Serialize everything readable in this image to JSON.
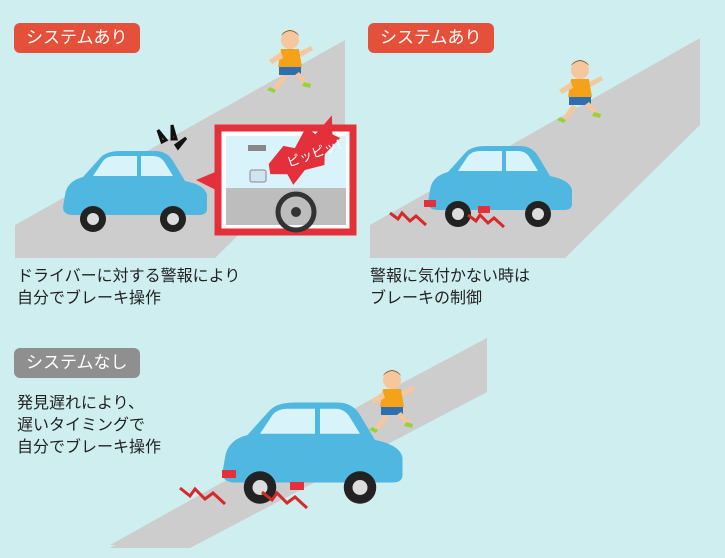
{
  "panel1": {
    "badge": "システムあり",
    "caption": [
      "ドライバーに対する警報により",
      "自分でブレーキ操作"
    ],
    "alert_text": "ピッピッ!"
  },
  "panel2": {
    "badge": "システムあり",
    "caption": [
      "警報に気付かない時は",
      "ブレーキの制御"
    ]
  },
  "panel3": {
    "badge": "システムなし",
    "caption": [
      "発見遅れにより、",
      "遅いタイミングで",
      "自分でブレーキ操作"
    ]
  },
  "colors": {
    "background": "#cfeef0",
    "road": "#cdcdcd",
    "badge_on": "#e4503a",
    "badge_off": "#8f8f8f",
    "car_body": "#4fb7e0",
    "alert_red": "#e4303a",
    "skid": "#d42a2a"
  },
  "icons": [
    "pedestrian-child",
    "car",
    "warning-lines",
    "windshield-view",
    "steering-wheel",
    "skid-marks",
    "brake-lights"
  ]
}
